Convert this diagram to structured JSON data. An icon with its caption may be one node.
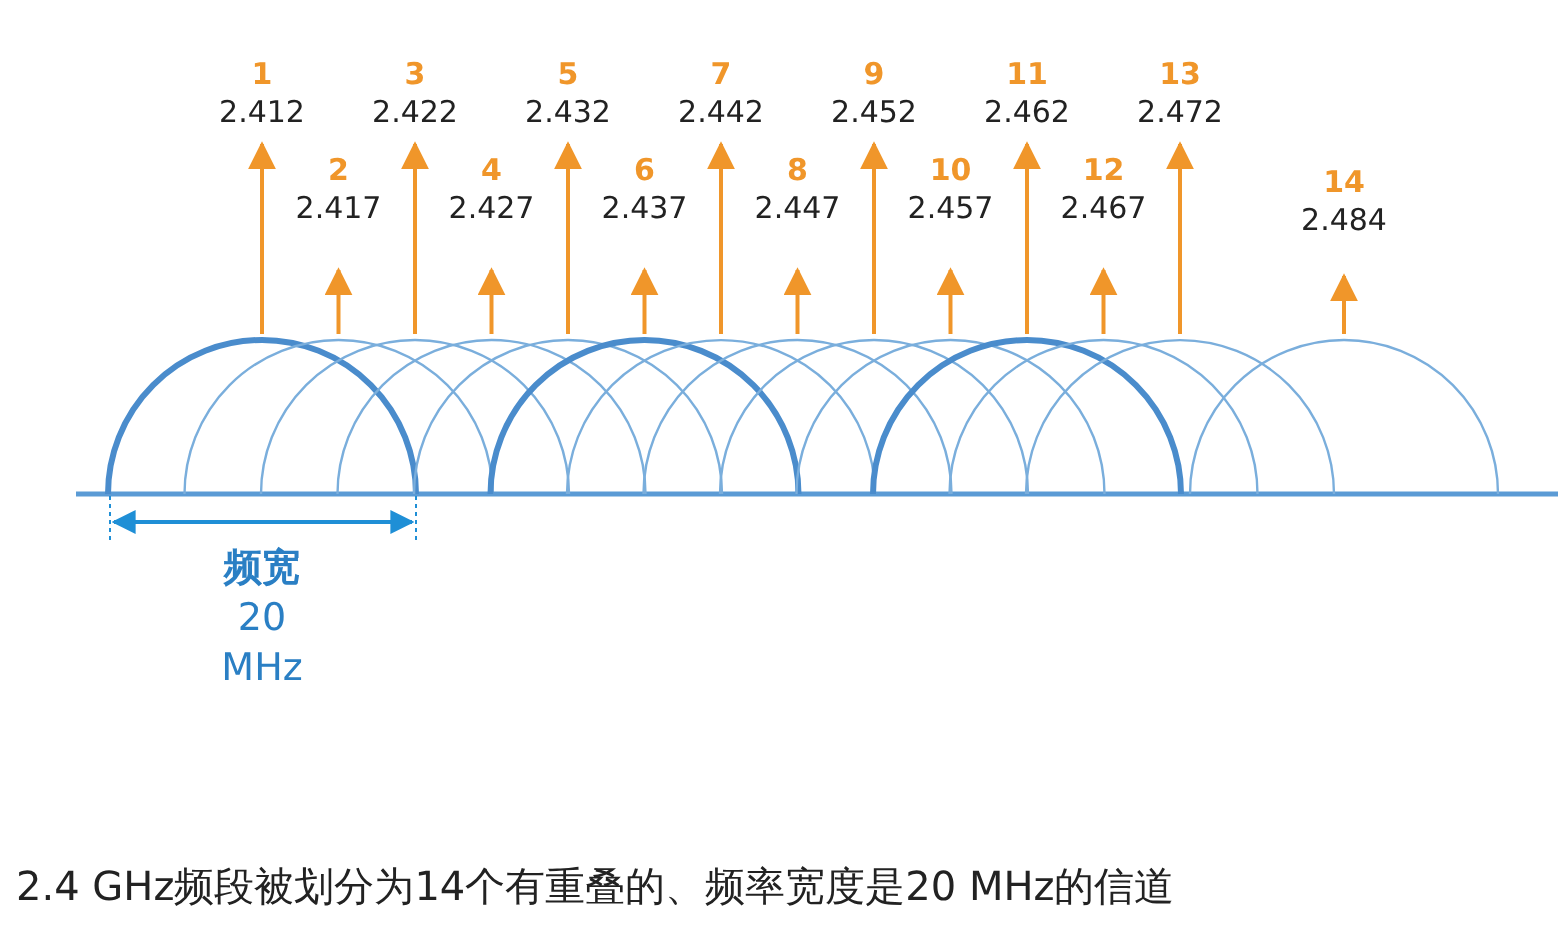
{
  "diagram": {
    "caption": "2.4 GHz频段被划分为14个有重叠的、频率宽度是20 MHz的信道",
    "labels": [
      "1",
      "2.412",
      "2",
      "2.417",
      "3",
      "2.422",
      "4",
      "2.427",
      "5",
      "2.432",
      "6",
      "2.437",
      "7",
      "2.442",
      "8",
      "2.447",
      "9",
      "2.452",
      "10",
      "2.457",
      "11",
      "2.462",
      "12",
      "2.467",
      "13",
      "2.472",
      "14",
      "2.484",
      "**频宽** 20 MHz"
    ]
  }
}
